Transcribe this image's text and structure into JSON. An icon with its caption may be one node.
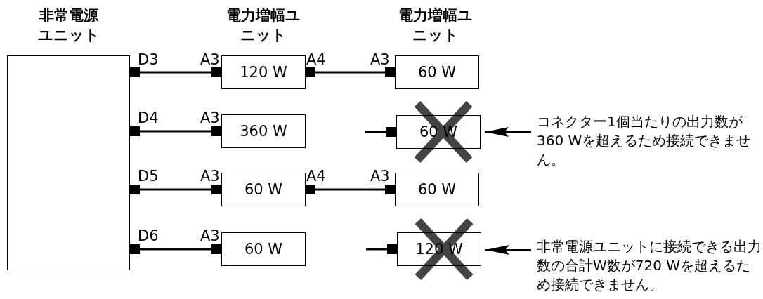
{
  "diagram": {
    "nodes": [
      {
        "text": [
          "非常電源ユニット"
        ]
      },
      {
        "text": [
          "120 W"
        ]
      },
      {
        "text": [
          "60 W"
        ]
      },
      {
        "text": [
          "360 W"
        ]
      },
      {
        "text": [
          "60 W"
        ]
      },
      {
        "text": [
          "60 W"
        ]
      },
      {
        "text": [
          "60 W"
        ]
      },
      {
        "text": [
          "60 W"
        ]
      },
      {
        "text": [
          "120 W"
        ]
      },
      {
        "text": [
          "コネクター1個当たりの出力数が360 Wを超えるため接続できません。"
        ]
      },
      {
        "text": [
          "非常電源ユニットに接続できる出力数の合計W数が720 Wを超えるため接続できません。"
        ]
      }
    ],
    "edges": [
      {
        "from": 0,
        "to": 1,
        "arrow": "other"
      },
      {
        "from": 1,
        "to": 2,
        "arrow": "other"
      },
      {
        "from": 0,
        "to": 3,
        "arrow": "other"
      },
      {
        "from": null,
        "to": 4,
        "arrow": "other"
      },
      {
        "from": 0,
        "to": 5,
        "arrow": "other"
      },
      {
        "from": 5,
        "to": 6,
        "arrow": "other"
      },
      {
        "from": 0,
        "to": 7,
        "arrow": "other"
      },
      {
        "from": null,
        "to": 8,
        "arrow": "other"
      },
      {
        "from": 9,
        "to": 4,
        "arrow": "to"
      },
      {
        "from": 10,
        "to": 8,
        "arrow": "to"
      }
    ],
    "labels": [
      "電力増幅ユニット",
      "電力増幅ユニット",
      "D3",
      "A3",
      "A4",
      "A3",
      "D4",
      "A3",
      "D5",
      "A3",
      "A4",
      "A3",
      "D6",
      "A3"
    ]
  }
}
